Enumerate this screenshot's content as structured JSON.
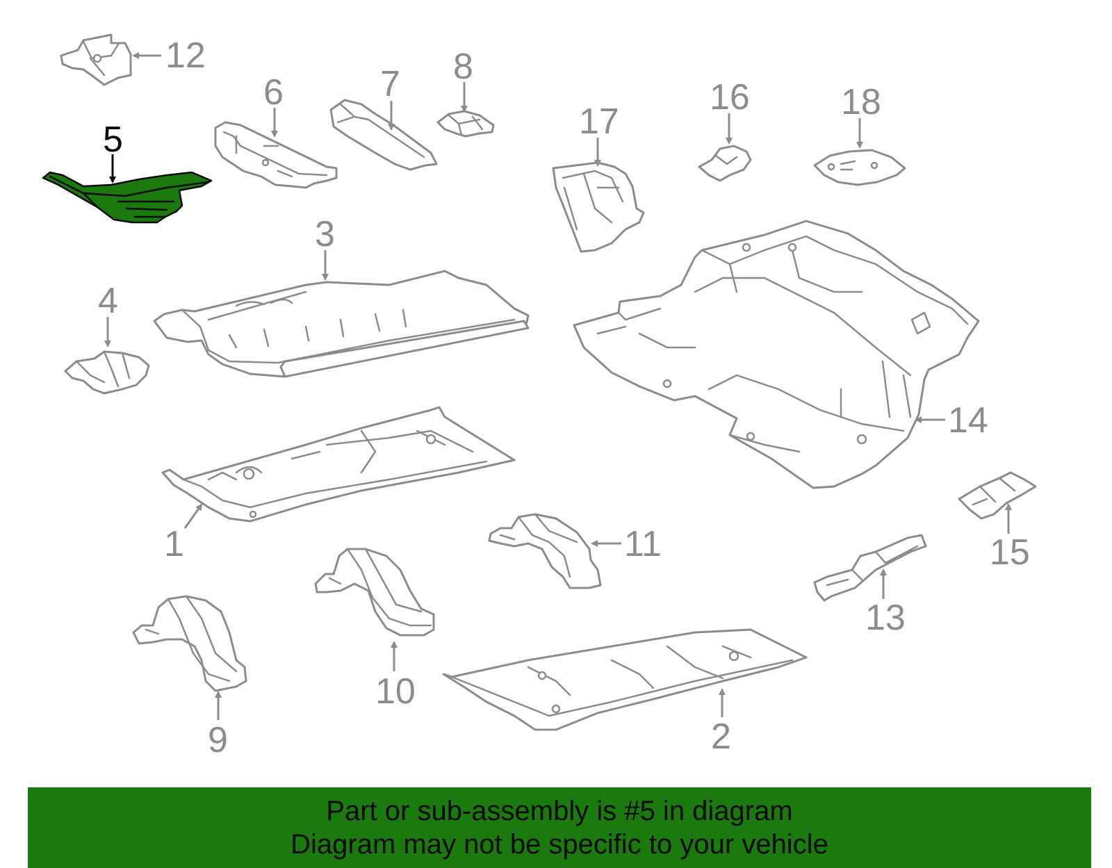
{
  "diagram": {
    "highlight_color": "#1b7a0d",
    "part_stroke_color": "#8c8c8c",
    "highlighted_part": "5",
    "callouts": {
      "c1": "1",
      "c2": "2",
      "c3": "3",
      "c4": "4",
      "c5": "5",
      "c6": "6",
      "c7": "7",
      "c8": "8",
      "c9": "9",
      "c10": "10",
      "c11": "11",
      "c12": "12",
      "c13": "13",
      "c14": "14",
      "c15": "15",
      "c16": "16",
      "c17": "17",
      "c18": "18"
    }
  },
  "banner": {
    "background_color": "#1b7a0d",
    "line1": "Part or sub-assembly is #5 in diagram",
    "line2": "Diagram may not be specific to your vehicle"
  }
}
